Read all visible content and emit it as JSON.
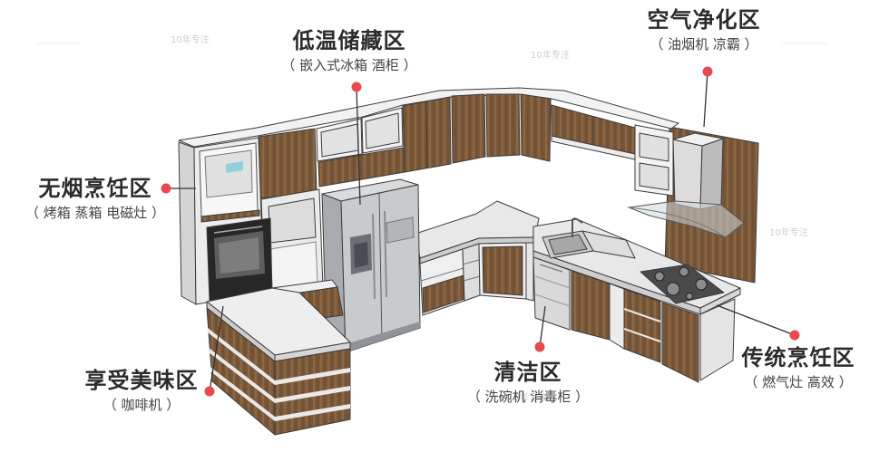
{
  "zones": [
    {
      "title": "低温储藏区",
      "subtitle": "（ 嵌入式冰箱 酒柜 ）"
    },
    {
      "title": "空气净化区",
      "subtitle": "（ 油烟机 凉霸 ）"
    },
    {
      "title": "无烟烹饪区",
      "subtitle": "（ 烤箱 蒸箱 电磁灶 ）"
    },
    {
      "title": "享受美味区",
      "subtitle": "（ 咖啡机 ）"
    },
    {
      "title": "清洁区",
      "subtitle": "（ 洗碗机 消毒柜 ）"
    },
    {
      "title": "传统烹饪区",
      "subtitle": "（ 燃气灶 高效 ）"
    }
  ],
  "watermark": {
    "text": "10年专注"
  },
  "colors": {
    "marker": "#e84a4f",
    "wood": "#7b5838",
    "title": "#2b2b2b"
  }
}
